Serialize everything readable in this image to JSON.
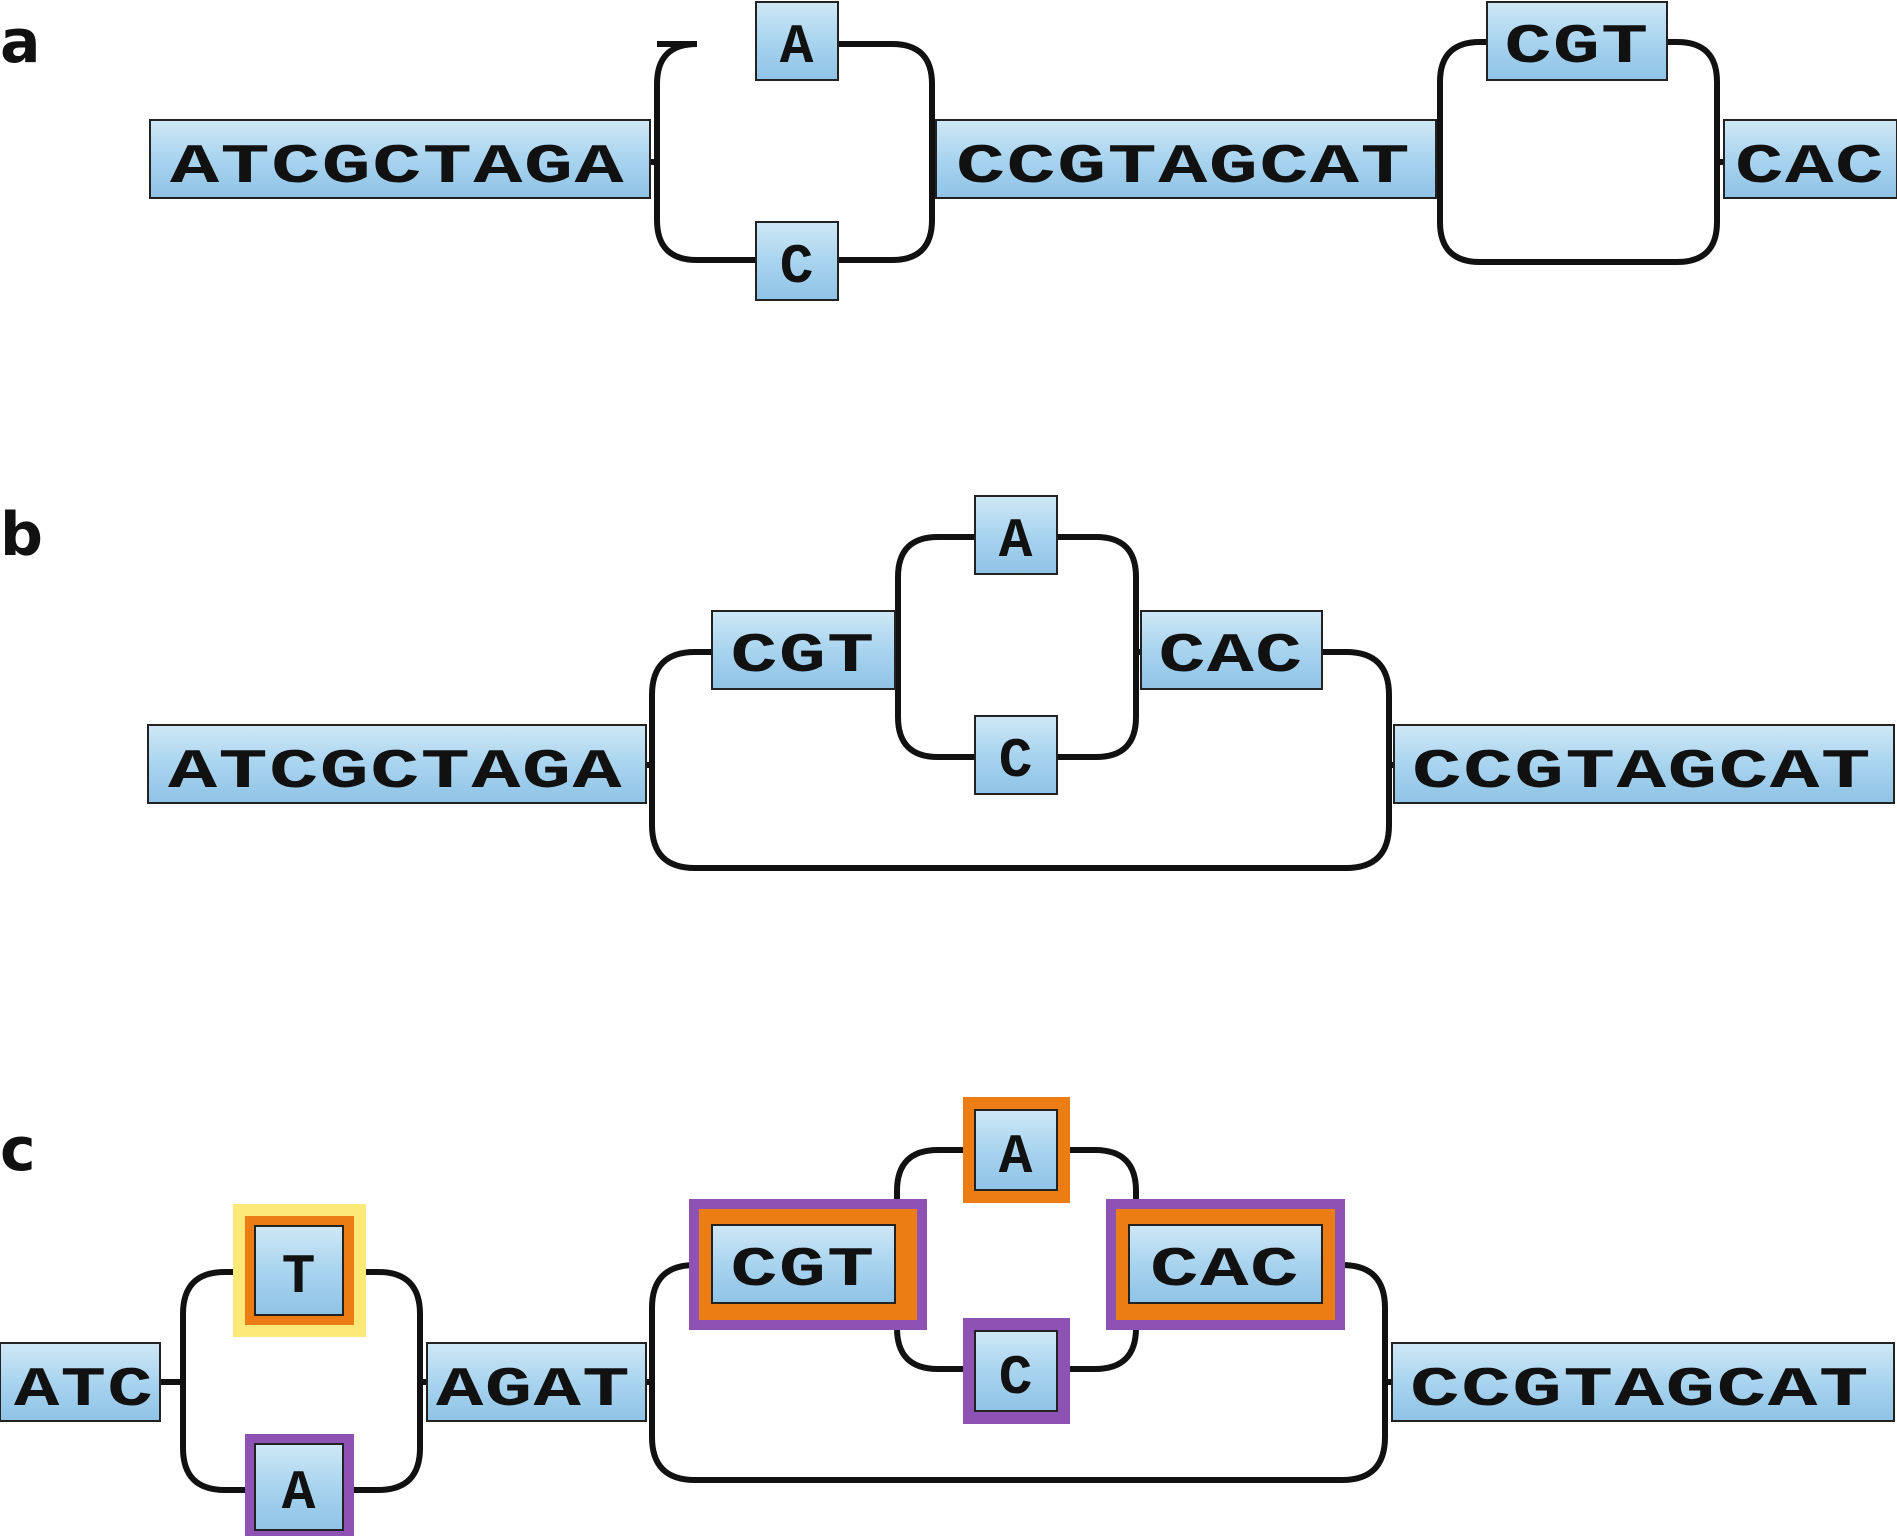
{
  "colors": {
    "segment_fill_light": "#cfe8f6",
    "segment_fill_dark": "#9ccbe8",
    "line": "#111111",
    "highlight_yellow": "#fde97a",
    "highlight_orange": "#ec7d14",
    "highlight_purple": "#8e52b5"
  },
  "panels": {
    "a": {
      "label": "a",
      "segments": [
        "ATCGCTAGA",
        "A",
        "C",
        "CCGTAGCAT",
        "CGT",
        "CAC"
      ]
    },
    "b": {
      "label": "b",
      "segments": [
        "ATCGCTAGA",
        "CGT",
        "A",
        "C",
        "CAC",
        "CCGTAGCAT"
      ]
    },
    "c": {
      "label": "c",
      "segments": [
        "ATC",
        "T",
        "A",
        "AGAT",
        "CGT",
        "A",
        "C",
        "CAC",
        "CCGTAGCAT"
      ],
      "highlights": {
        "T": [
          "yellow",
          "orange"
        ],
        "A_lower": [
          "purple"
        ],
        "CGT": [
          "purple",
          "orange"
        ],
        "A_upper": [
          "orange"
        ],
        "C": [
          "purple"
        ],
        "CAC": [
          "purple",
          "orange"
        ]
      }
    }
  }
}
